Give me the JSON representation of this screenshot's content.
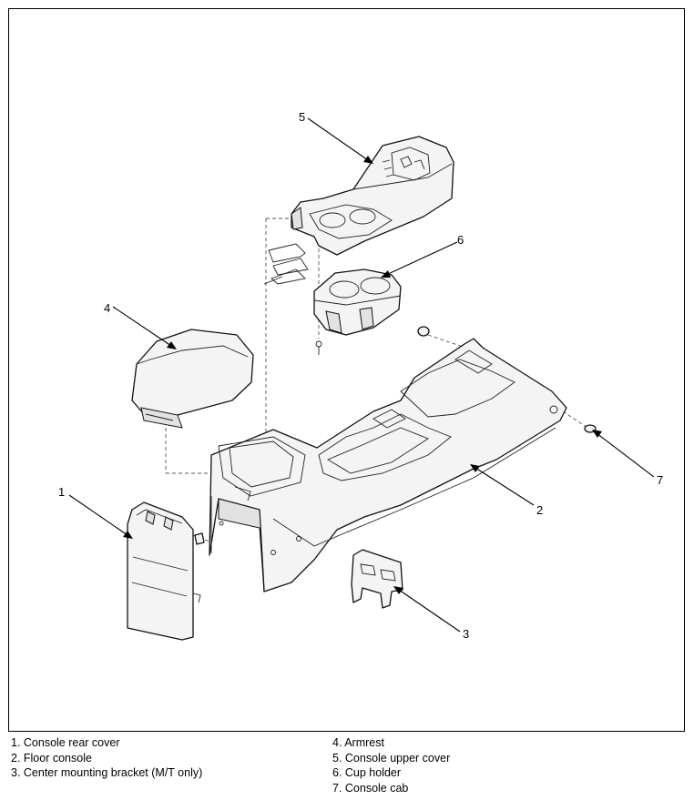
{
  "callouts": {
    "c1": "1",
    "c2": "2",
    "c3": "3",
    "c4": "4",
    "c5": "5",
    "c6": "6",
    "c7": "7"
  },
  "legend": {
    "left": [
      "1. Console rear cover",
      "2. Floor console",
      "3. Center mounting bracket (M/T only)"
    ],
    "right": [
      "4. Armrest",
      "5. Console upper cover",
      "6. Cup holder",
      "7. Console cab"
    ]
  }
}
